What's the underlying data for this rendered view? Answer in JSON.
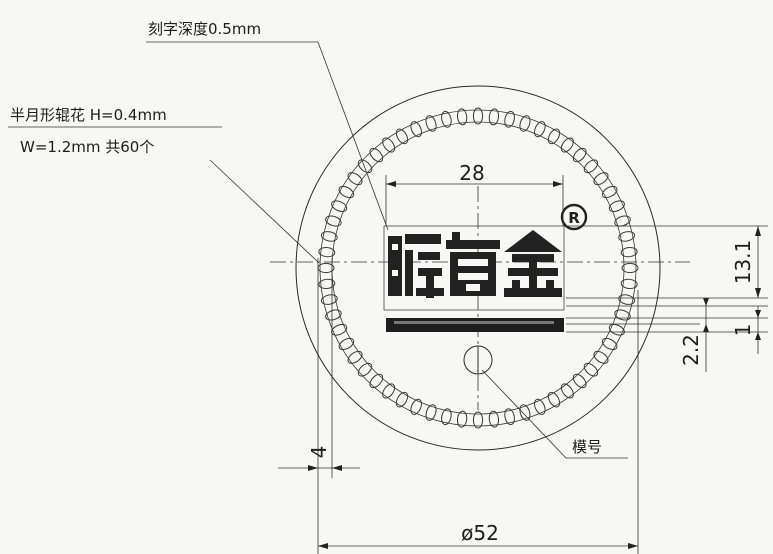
{
  "labels": {
    "depth": "刻字深度0.5mm",
    "knurl_line1": "半月形辊花 H=0.4mm",
    "knurl_line2": "W=1.2mm 共60个",
    "part_number": "模号"
  },
  "dimensions": {
    "width": "28",
    "height": "13.1",
    "gap": "2.2",
    "bar": "1",
    "margin": "4",
    "diameter": "ø52"
  },
  "registered_mark": "R",
  "knurl_count": 60
}
